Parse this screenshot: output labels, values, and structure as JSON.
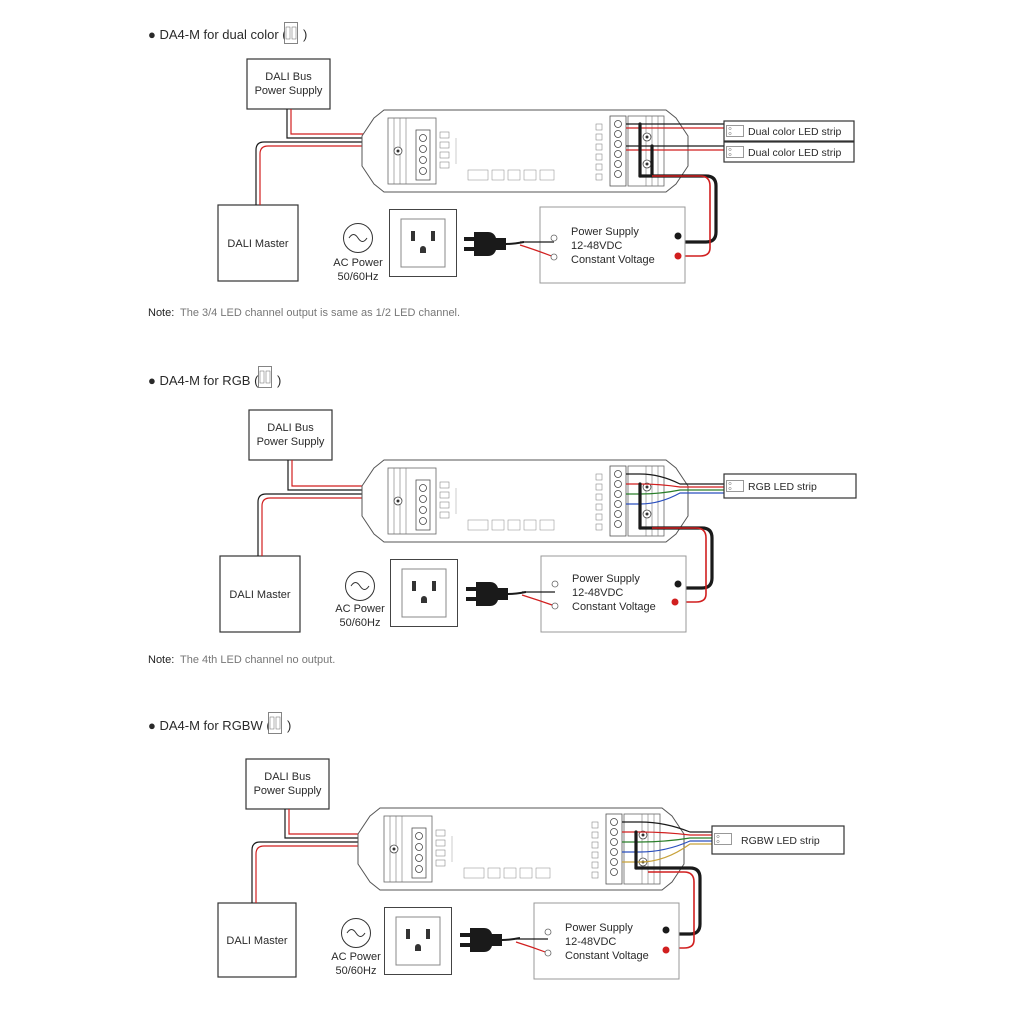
{
  "sections": [
    {
      "id": "dual",
      "heading": "● DA4-M for dual color (",
      "heading_close": ")",
      "dali_bus": [
        "DALI Bus",
        "Power Supply"
      ],
      "dali_master": "DALI Master",
      "ac_power": [
        "AC Power",
        "50/60Hz"
      ],
      "power_supply": [
        "Power Supply",
        "12-48VDC",
        "Constant Voltage"
      ],
      "strips": [
        "Dual color LED strip",
        "Dual color LED strip"
      ],
      "note_label": "Note:",
      "note_text": "The 3/4 LED channel output is same as 1/2 LED channel."
    },
    {
      "id": "rgb",
      "heading": "● DA4-M for RGB (",
      "heading_close": ")",
      "dali_bus": [
        "DALI Bus",
        "Power Supply"
      ],
      "dali_master": "DALI Master",
      "ac_power": [
        "AC Power",
        "50/60Hz"
      ],
      "power_supply": [
        "Power Supply",
        "12-48VDC",
        "Constant Voltage"
      ],
      "strips": [
        "RGB LED strip"
      ],
      "note_label": "Note:",
      "note_text": "The 4th LED channel no output."
    },
    {
      "id": "rgbw",
      "heading": "● DA4-M for RGBW (",
      "heading_close": ")",
      "dali_bus": [
        "DALI Bus",
        "Power Supply"
      ],
      "dali_master": "DALI Master",
      "ac_power": [
        "AC Power",
        "50/60Hz"
      ],
      "power_supply": [
        "Power Supply",
        "12-48VDC",
        "Constant Voltage"
      ],
      "strips": [
        "RGBW LED strip"
      ]
    }
  ],
  "colors": {
    "wire_red": "#d11f1f",
    "wire_black": "#1a1a1a"
  }
}
